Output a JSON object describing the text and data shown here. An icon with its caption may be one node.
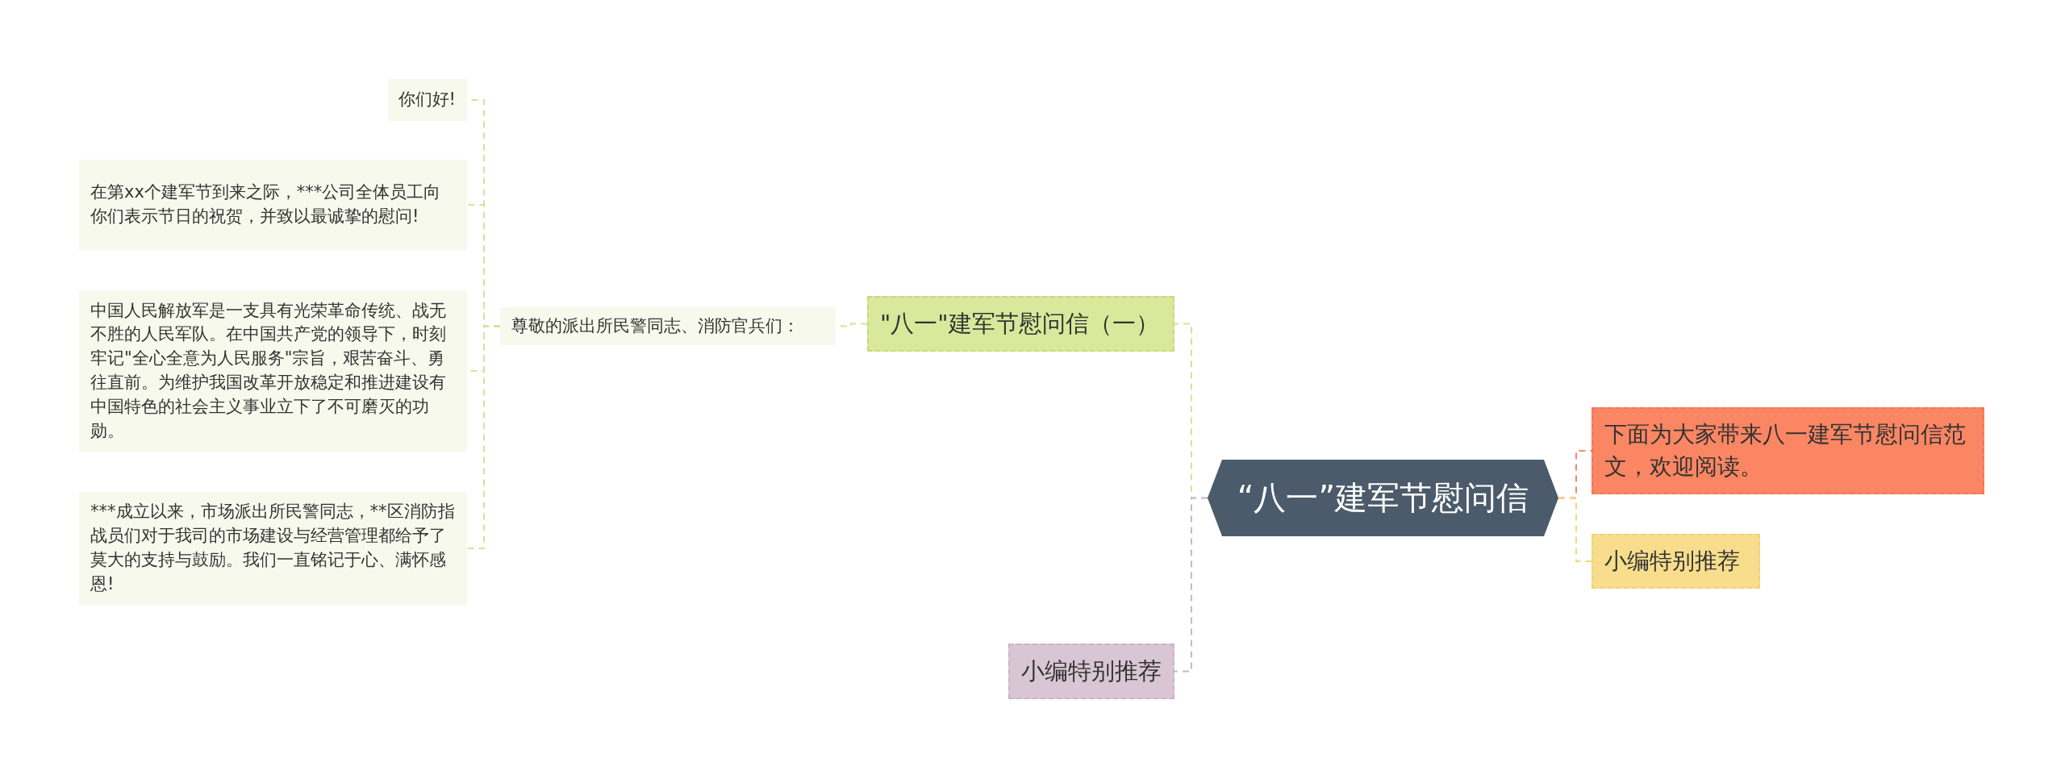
{
  "diagram": {
    "nodes": [
      {
        "text": [
          "“八一”建军节慰问信"
        ]
      },
      {
        "text": [
          "\"八一\"建军节慰问信（一）"
        ]
      },
      {
        "text": [
          "尊敬的派出所民警同志、消防官兵们："
        ]
      },
      {
        "text": [
          "你们好!"
        ]
      },
      {
        "text": [
          "在第xx个建军节到来之际，***公司全体员工向你们表示节日的祝贺，并致以最诚挚的慰问!"
        ]
      },
      {
        "text": [
          "中国人民解放军是一支具有光荣革命传统、战无不胜的人民军队。在中国共产党的领导下，时刻牢记\"全心全意为人民服务\"宗旨，艰苦奋斗、勇往直前。为维护我国改革开放稳定和推进建设有中国特色的社会主义事业立下了不可磨灭的功勋。"
        ]
      },
      {
        "text": [
          "***成立以来，市场派出所民警同志，**区消防指战员们对于我司的市场建设与经营管理都给予了莫大的支持与鼓励。我们一直铭记于心、满怀感恩!"
        ]
      },
      {
        "text": [
          "小编特别推荐"
        ]
      },
      {
        "text": [
          "下面为大家带来八一建军节慰问信范文，欢迎阅读。"
        ]
      },
      {
        "text": [
          "小编特别推荐"
        ]
      }
    ],
    "edges": [
      {
        "from": 0,
        "to": 1,
        "arrow": "none"
      },
      {
        "from": 1,
        "to": 2,
        "arrow": "none"
      },
      {
        "from": 2,
        "to": 3,
        "arrow": "none"
      },
      {
        "from": 2,
        "to": 4,
        "arrow": "none"
      },
      {
        "from": 2,
        "to": 5,
        "arrow": "none"
      },
      {
        "from": 2,
        "to": 6,
        "arrow": "none"
      },
      {
        "from": 0,
        "to": 7,
        "arrow": "none",
        "color": "#c8b8c6"
      },
      {
        "from": 0,
        "to": 8,
        "arrow": "none",
        "color": "#f08a6c"
      },
      {
        "from": 0,
        "to": 9,
        "arrow": "none",
        "color": "#f3d77a"
      }
    ]
  }
}
